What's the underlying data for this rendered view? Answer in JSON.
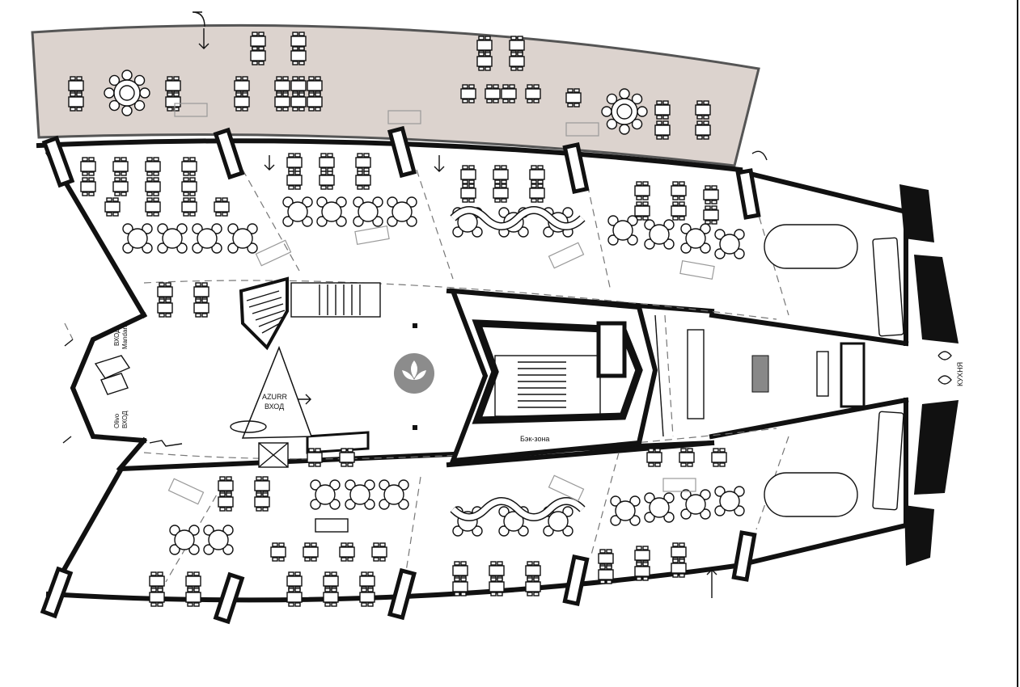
{
  "labels": {
    "entrance_mandarin_line1": "ВХОД",
    "entrance_mandarin_line2": "Mandarin",
    "entrance_olivo_line1": "Olivo",
    "entrance_olivo_line2": "ВХОД",
    "azurr_line1": "AZURR",
    "azurr_line2": "ВХОД",
    "back_zone": "Бэк-зона",
    "kitchen": "КУХНЯ"
  },
  "colors": {
    "terrace_fill": "#dcd3ce",
    "wall": "#111111",
    "logo_disc": "#8c8c8c"
  }
}
